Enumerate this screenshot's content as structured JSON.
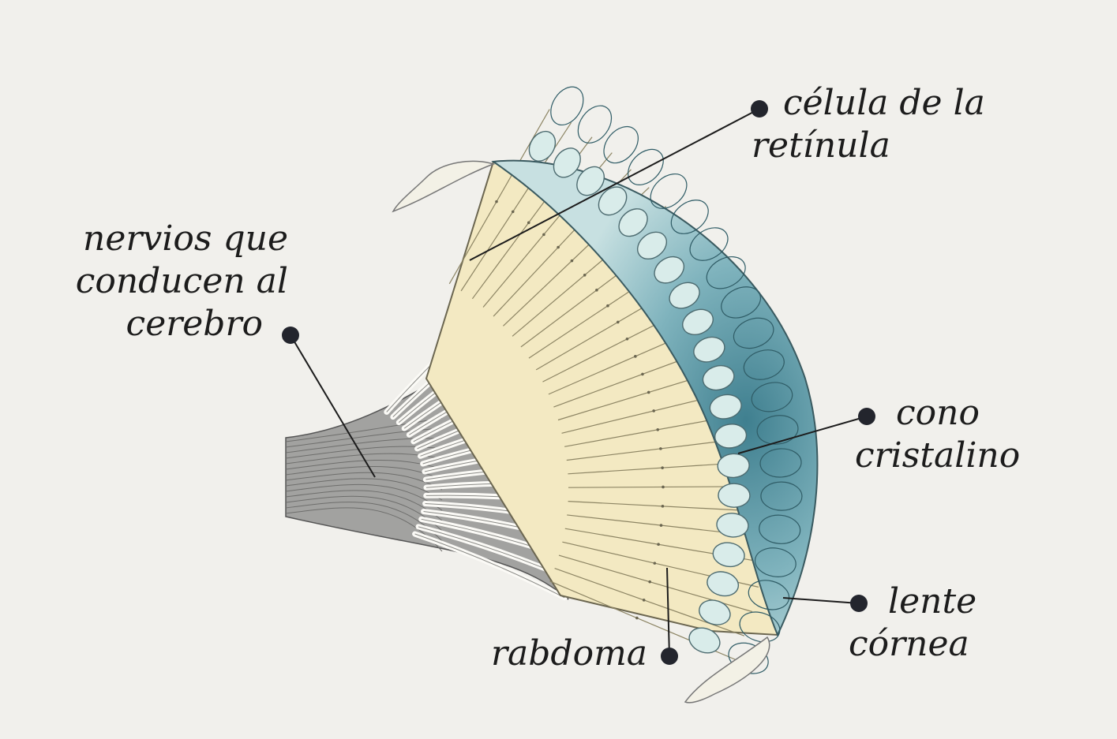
{
  "labels": {
    "retinula": {
      "line1": "célula de la",
      "line2": "retínula"
    },
    "nerves": {
      "line1": "nervios que",
      "line2": "conducen al",
      "line3": "cerebro"
    },
    "crystalline_cone": {
      "line1": "cono",
      "line2": "cristalino"
    },
    "cornea_lens": {
      "line1": "lente",
      "line2": "córnea"
    },
    "rhabdom": {
      "line1": "rabdoma"
    }
  },
  "colors": {
    "background": "#f1f0ec",
    "ommatidia": "#f3e9c2",
    "lens_blue": "#8bbcc4",
    "lens_dark": "#4d8f9e",
    "nerve_white": "#fbfaf6",
    "nerve_bundle": "#8a8a8a",
    "leader_line": "#1c1c1c"
  }
}
